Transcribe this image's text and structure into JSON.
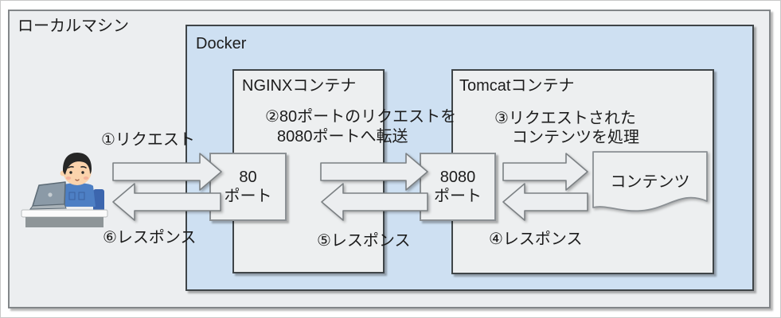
{
  "diagram": {
    "local_machine_label": "ローカルマシン",
    "docker_label": "Docker",
    "nginx_container_label": "NGINXコンテナ",
    "tomcat_container_label": "Tomcatコンテナ",
    "port_80": {
      "number": "80",
      "unit": "ポート"
    },
    "port_8080": {
      "number": "8080",
      "unit": "ポート"
    },
    "content_label": "コンテンツ",
    "steps": {
      "s1_request": "①リクエスト",
      "s2_forward_line1": "②80ポートのリクエストを",
      "s2_forward_line2": "8080ポートへ転送",
      "s3_process_line1": "③リクエストされた",
      "s3_process_line2": "コンテンツを処理",
      "s4_response": "④レスポンス",
      "s5_response": "⑤レスポンス",
      "s6_response": "⑥レスポンス"
    },
    "colors": {
      "docker_fill": "#cee0f2",
      "panel_fill": "#edeff0",
      "dark_border": "#3f4548",
      "gray_border": "#8b9094",
      "arrow_fill": "#eceef0"
    }
  }
}
